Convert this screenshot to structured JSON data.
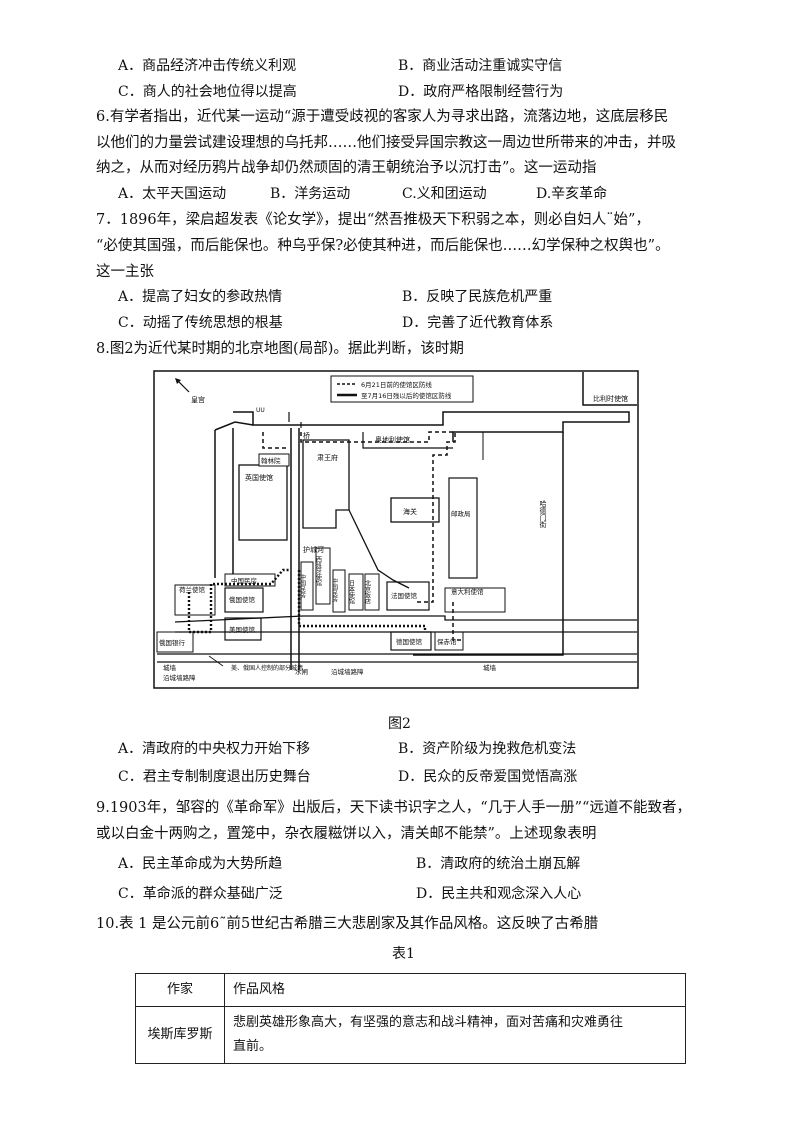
{
  "q5_options": {
    "A": "A．商品经济冲击传统义利观",
    "B": "B．商业活动注重诚实守信",
    "C": "C．商人的社会地位得以提高",
    "D": "D．政府严格限制经营行为"
  },
  "q6": {
    "line1": "6.有学者指出，近代某一运动“源于遭受歧视的客家人为寻求出路，流落边地，这底层移民",
    "line2": "以他们的力量尝试建设理想的乌托邦……他们接受异国宗教这一周边世所带来的冲击，并吸",
    "line3": "纳之，从而对经历鸦片战争却仍然顽固的清王朝统治予以沉打击”。这一运动指",
    "A": "A．太平天国运动",
    "B": "B．洋务运动",
    "C": "C.义和团运动",
    "D": "D.辛亥革命"
  },
  "q7": {
    "line1": "7．1896年，梁启超发表《论女学》，提出“然吾推极天下积弱之本，则必自妇人¨始”，",
    "line2": "“必使其国强，而后能保也。种乌乎保?必使其种进，而后能保也……幻学保种之权舆也”。",
    "line3": "这一主张",
    "A": "A．提高了妇女的参政热情",
    "B": "B．反映了民族危机严重",
    "C": "C．动摇了传统思想的根基",
    "D": "D．完善了近代教育体系"
  },
  "q8": {
    "stem": "8.图2为近代某时期的北京地图(局部)。据此判断，该时期",
    "figure_caption": "图2",
    "A": "A．清政府的中央权力开始下移",
    "B": "B．资产阶级为挽救危机变法",
    "C": "C．君主专制制度退出历史舞台",
    "D": "D．民众的反帝爱国觉悟高涨"
  },
  "map": {
    "legend_line1": "6月21日前的使馆区防线",
    "legend_line2": "至7月16日残以后的使馆区防线",
    "palace": "皇宫",
    "bijiu": "比利时使馆",
    "aodili": "奥地利使馆",
    "hanlin": "翰林院",
    "ying": "英国使馆",
    "su": "肃王府",
    "haiguan": "海关",
    "youzheng": "邮政局",
    "hadamen": "哈德门街",
    "huchenghe": "护城河",
    "zhongguo1": "中国民房",
    "xiban": "西班牙使馆",
    "zhongguo2": "中国民房",
    "riben": "日本使馆",
    "beijing": "北京饭店",
    "faguo": "法国使馆",
    "yidali": "意大利使馆",
    "heilan": "荷兰使馆",
    "zhongguo3": "中国民房",
    "eguo": "俄国使馆",
    "meiguo": "美国使馆",
    "eyin": "俄国银行",
    "deguo": "德国使馆",
    "baochang": "保赤馆",
    "chengqiang_l": "城墙",
    "yanzhen": "沿城墙路障",
    "meie": "美、俄国人控制的部分城墙",
    "shuizha": "水闸",
    "yanzhen2": "沿城墙路障",
    "chengqiang_r": "城墙",
    "qiao": "桥"
  },
  "q9": {
    "line1": "9.1903年，邹容的《革命军》出版后，天下读书识字之人，“几于人手一册”“远道不能致者，",
    "line2": "或以白金十两购之，置笼中，杂衣履糍饼以入，清关邮不能禁”。上述现象表明",
    "A": "A．民主革命成为大势所趋",
    "B": "B．清政府的统治土崩瓦解",
    "C": "C．革命派的群众基础广泛",
    "D": "D．民主共和观念深入人心"
  },
  "q10": {
    "stem": "10.表 1 是公元前6˜前5世纪古希腊三大悲剧家及其作品风格。这反映了古希腊",
    "table_caption": "表1",
    "header": [
      "作家",
      "作品风格"
    ],
    "rows": [
      [
        "埃斯库罗斯",
        "悲剧英雄形象高大，有坚强的意志和战斗精神，面对苦痛和灾难勇往直前。"
      ]
    ]
  }
}
